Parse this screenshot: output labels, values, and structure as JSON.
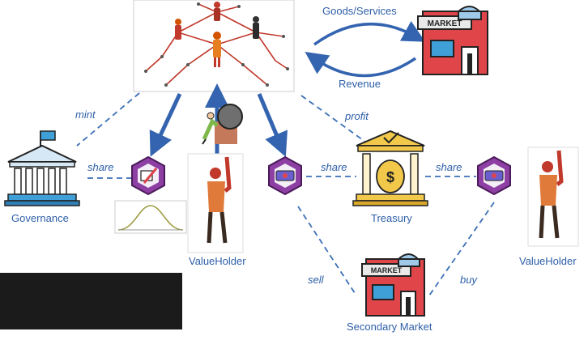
{
  "labels": {
    "goods_services": "Goods/Services",
    "revenue": "Revenue",
    "mint": "mint",
    "profit": "profit",
    "share_left": "share",
    "share_mid": "share",
    "share_right": "share",
    "governance": "Governance",
    "treasury": "Treasury",
    "valueholder_left": "ValueHolder",
    "valueholder_right": "ValueHolder",
    "sell": "sell",
    "buy": "buy",
    "secondary_market": "Secondary Market"
  },
  "signs": {
    "market_top": "MARKET",
    "market_bottom": "MARKET",
    "dollar": "$"
  },
  "icons": {
    "people_network": "people-network-icon",
    "market": "market-icon",
    "governance": "government-building-icon",
    "treasury": "bank-dollar-icon",
    "token_badge": "token-hexagon-icon",
    "pen_badge": "pen-hexagon-icon",
    "bell_curve": "bell-curve-icon",
    "person_raised": "person-raised-fist-icon",
    "boulder_climber": "boulder-climber-icon"
  },
  "colors": {
    "label_blue": "#2e5fa8",
    "arrow_blue": "#3464b0",
    "hex_purple": "#7b2d8e",
    "market_red": "#e0454a",
    "treasury_gold": "#f2c84b"
  }
}
